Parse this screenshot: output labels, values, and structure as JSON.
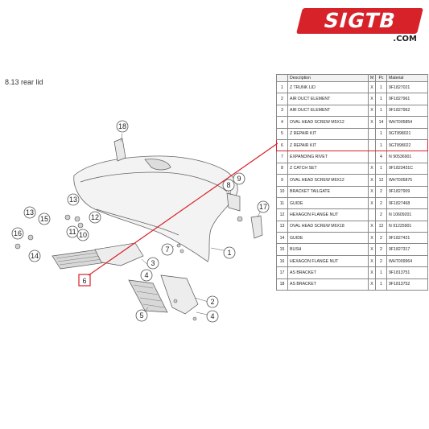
{
  "logo": {
    "brand": "SIGTB",
    "domain": ".COM"
  },
  "section": {
    "title": "8.13  rear lid"
  },
  "callouts": [
    "18",
    "9",
    "8",
    "13",
    "12",
    "13",
    "15",
    "10",
    "11",
    "16",
    "14",
    "6",
    "3",
    "7",
    "1",
    "17",
    "2",
    "5",
    "4",
    "4"
  ],
  "table": {
    "headers": {
      "pos": "",
      "description": "Description",
      "m": "M",
      "pc": "Pc",
      "material": "Material"
    },
    "rows": [
      {
        "pos": "1",
        "description": "Z TRUNK LID",
        "m": "X",
        "pc": "1",
        "material": "9F1827021"
      },
      {
        "pos": "2",
        "description": "AIR DUCT ELEMENT",
        "m": "X",
        "pc": "1",
        "material": "9F1827961"
      },
      {
        "pos": "3",
        "description": "AIR DUCT ELEMENT",
        "m": "X",
        "pc": "1",
        "material": "9F1827962"
      },
      {
        "pos": "4",
        "description": "OVAL HEAD SCREW M5X12",
        "m": "X",
        "pc": "14",
        "material": "WHT005854"
      },
      {
        "pos": "5",
        "description": "Z REPAIR KIT",
        "m": "",
        "pc": "1",
        "material": "9GT898021"
      },
      {
        "pos": "6",
        "description": "Z REPAIR KIT",
        "m": "",
        "pc": "1",
        "material": "9GT898022"
      },
      {
        "pos": "7",
        "description": "EXPANDING RIVET",
        "m": "",
        "pc": "4",
        "material": "N 90536901"
      },
      {
        "pos": "8",
        "description": "Z CATCH SET",
        "m": "X",
        "pc": "1",
        "material": "9F1823431C"
      },
      {
        "pos": "9",
        "description": "OVAL HEAD SCREW M6X12",
        "m": "X",
        "pc": "12",
        "material": "WHT005875"
      },
      {
        "pos": "10",
        "description": "BRACKET TAILGATE",
        "m": "X",
        "pc": "2",
        "material": "9F1827909"
      },
      {
        "pos": "11",
        "description": "GUIDE",
        "m": "X",
        "pc": "2",
        "material": "9F1827468"
      },
      {
        "pos": "12",
        "description": "HEXAGON FLANGE NUT",
        "m": "",
        "pc": "2",
        "material": "N 10609201"
      },
      {
        "pos": "13",
        "description": "OVAL HEAD SCREW M6X18",
        "m": "X",
        "pc": "12",
        "material": "N 91225901"
      },
      {
        "pos": "14",
        "description": "GUIDE",
        "m": "X",
        "pc": "2",
        "material": "9F1827421"
      },
      {
        "pos": "15",
        "description": "BUSH",
        "m": "X",
        "pc": "2",
        "material": "9F1827317"
      },
      {
        "pos": "16",
        "description": "HEXAGON FLANGE NUT",
        "m": "X",
        "pc": "2",
        "material": "WHT009964"
      },
      {
        "pos": "17",
        "description": "AS BRACKET",
        "m": "X",
        "pc": "1",
        "material": "9F1813751"
      },
      {
        "pos": "18",
        "description": "AS BRACKET",
        "m": "X",
        "pc": "1",
        "material": "9F1813752"
      }
    ],
    "highlighted_pos": "6"
  },
  "colors": {
    "accent": "#d8222a",
    "line": "#555555",
    "callout_fill": "#ffffff"
  }
}
